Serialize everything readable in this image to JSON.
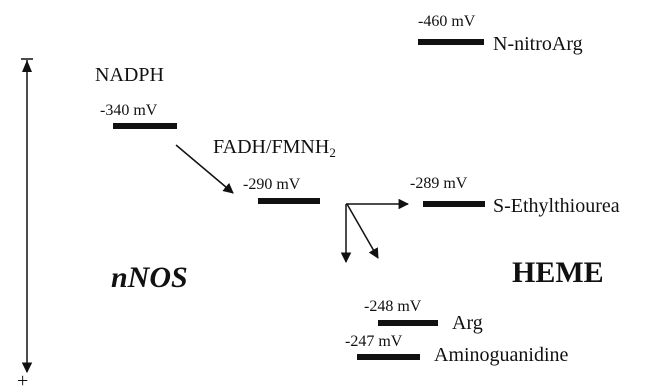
{
  "sections": {
    "nnos": "nNOS",
    "heme": "HEME"
  },
  "axis": {
    "plus_sign": "+"
  },
  "levels": [
    {
      "potential": "-460 mV",
      "species": "N-nitroArg"
    },
    {
      "potential": "-340 mV",
      "species": "NADPH"
    },
    {
      "potential": "-290 mV",
      "species_main": "FADH/FMNH",
      "species_sub": "2"
    },
    {
      "potential": "-289 mV",
      "species": "S-Ethylthiourea"
    },
    {
      "potential": "-248 mV",
      "species": "Arg"
    },
    {
      "potential": "-247 mV",
      "species": "Aminoguanidine"
    }
  ],
  "colors": {
    "ink": "#111111",
    "background": "#ffffff"
  }
}
